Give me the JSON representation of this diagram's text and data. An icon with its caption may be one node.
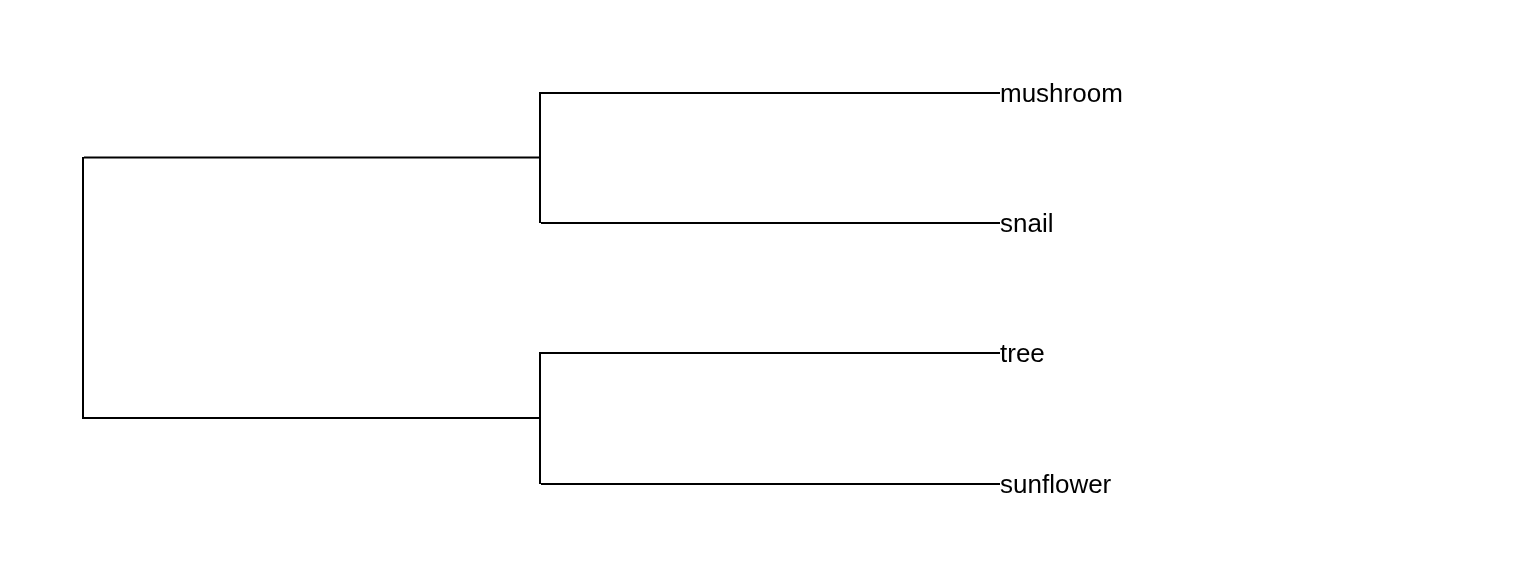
{
  "diagram": {
    "nodes": [
      {
        "text": [],
        "shape": "bar"
      },
      {
        "text": [],
        "shape": "bar"
      },
      {
        "text": [],
        "shape": "bar"
      },
      {
        "text": [
          "mushroom"
        ]
      },
      {
        "text": [
          "snail"
        ]
      },
      {
        "text": [
          "tree"
        ]
      },
      {
        "text": [
          "sunflower"
        ]
      }
    ],
    "edges": [
      {
        "from": 0,
        "to": 1,
        "arrow": "none"
      },
      {
        "from": 0,
        "to": 2,
        "arrow": "none"
      },
      {
        "from": 1,
        "to": 3,
        "arrow": "none"
      },
      {
        "from": 1,
        "to": 4,
        "arrow": "none"
      },
      {
        "from": 2,
        "to": 5,
        "arrow": "none"
      },
      {
        "from": 2,
        "to": 6,
        "arrow": "none"
      }
    ]
  }
}
